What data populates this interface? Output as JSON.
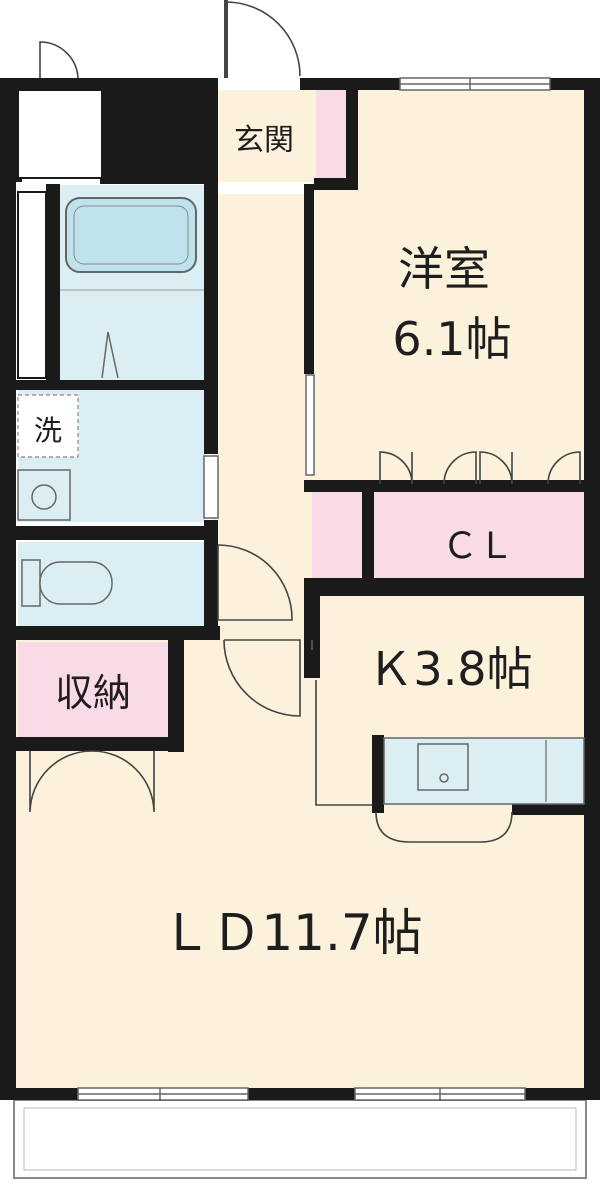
{
  "floorplan": {
    "rooms": {
      "western_room": {
        "name": "洋室",
        "size": "6.1帖"
      },
      "entrance": {
        "name": "玄関"
      },
      "closet": {
        "name": "ＣＬ"
      },
      "kitchen": {
        "name": "Ｋ3.8帖"
      },
      "storage": {
        "name": "収納"
      },
      "living_dining": {
        "name": "ＬＤ11.7帖"
      },
      "washroom": {
        "name": "洗"
      }
    },
    "colors": {
      "floor": "#fcf2dc",
      "wet_area": "#dbeef3",
      "storage_pink": "#f8dbe6",
      "wall": "#1a1a1a",
      "entrance_floor": "#ffffff"
    }
  }
}
